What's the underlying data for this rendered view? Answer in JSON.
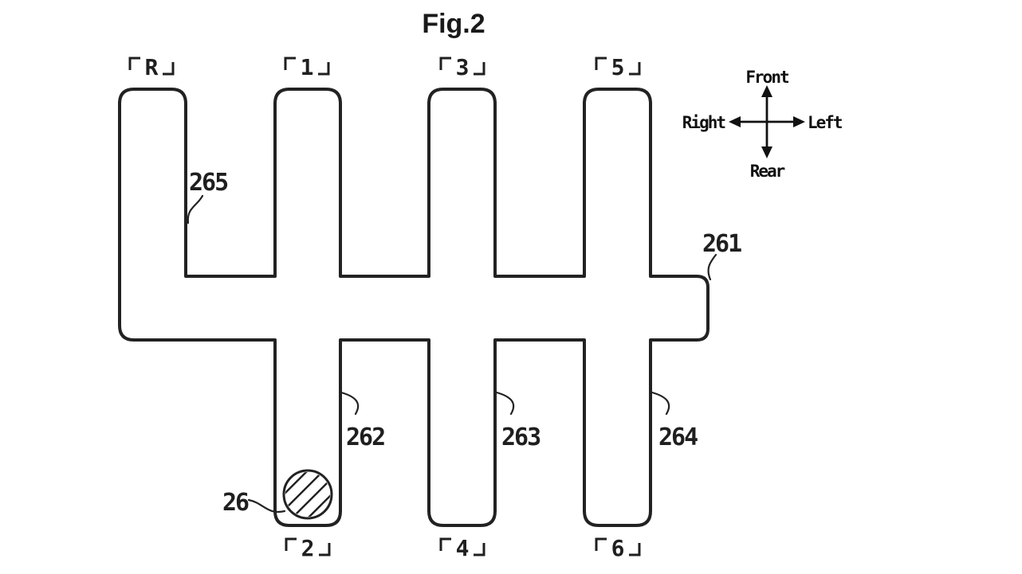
{
  "figure": {
    "title": "Fig.2"
  },
  "shift_gate": {
    "top_row_labels": [
      {
        "text": "「R」",
        "char": "R"
      },
      {
        "text": "「1」",
        "char": "1"
      },
      {
        "text": "「3」",
        "char": "3"
      },
      {
        "text": "「5」",
        "char": "5"
      }
    ],
    "bottom_row_labels": [
      {
        "text": "「2」",
        "char": "2"
      },
      {
        "text": "「4」",
        "char": "4"
      },
      {
        "text": "「6」",
        "char": "6"
      }
    ],
    "reference_numerals": {
      "n265": "265",
      "n261": "261",
      "n262": "262",
      "n263": "263",
      "n264": "264",
      "n26": "26"
    }
  },
  "compass": {
    "front": "Front",
    "rear": "Rear",
    "right": "Right",
    "left": "Left"
  },
  "colors": {
    "line": "#222222",
    "text": "#1a1a1a",
    "background": "#ffffff"
  }
}
